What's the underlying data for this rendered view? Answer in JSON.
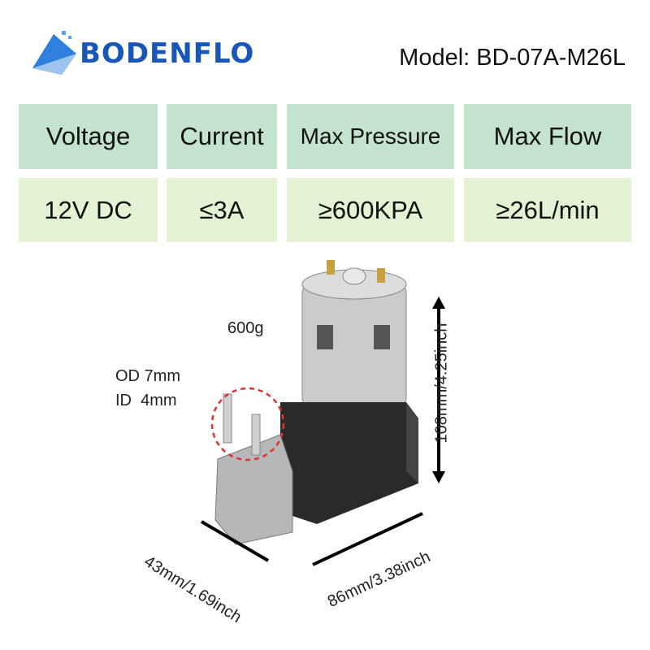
{
  "brand": "BODENFLO",
  "model": "Model: BD-07A-M26L",
  "specs": [
    {
      "label": "Voltage",
      "value": "12V DC"
    },
    {
      "label": "Current",
      "value": "≤3A"
    },
    {
      "label": "Max Pressure",
      "value": "≥600KPA"
    },
    {
      "label": "Max Flow",
      "value": "≥26L/min"
    }
  ],
  "annotations": {
    "weight": "600g",
    "od": "OD 7mm",
    "id": "ID  4mm",
    "height": "108mm/4.25inch",
    "width": "43mm/1.69inch",
    "length": "86mm/3.38inch"
  },
  "colors": {
    "header": "#c4e3cc",
    "value": "#e3f2d3",
    "brand": "#1857b8"
  }
}
